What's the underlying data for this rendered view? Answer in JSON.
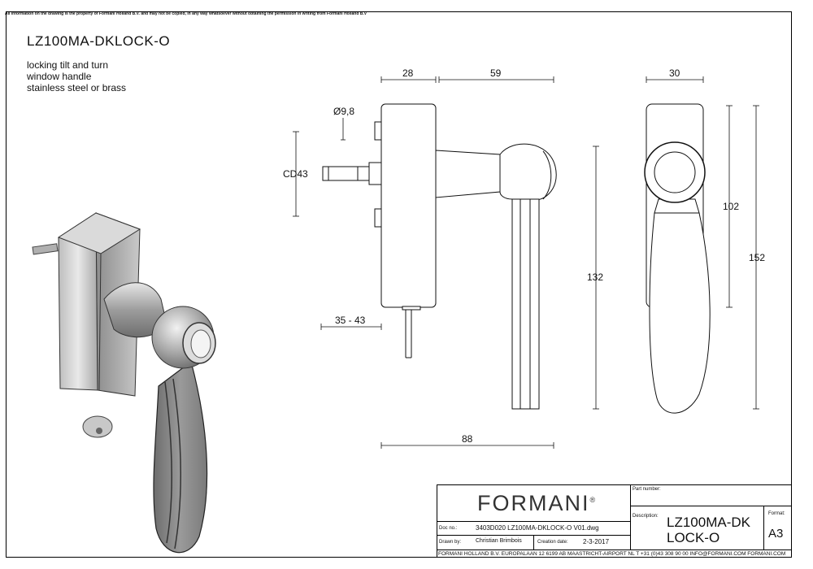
{
  "notice": "All information on the drawing is the property of Formani Holland B.V. and may not be copied, in any way whatsoever without obtaining the permission in writing from Formani Holland B.V",
  "product": {
    "code": "LZ100MA-DKLOCK-O",
    "description_lines": [
      "locking tilt and turn",
      "window handle",
      "stainless steel or brass"
    ]
  },
  "dimensions": {
    "top_left": "28",
    "top_right": "59",
    "side_width": "30",
    "spindle": "Ø9,8",
    "centre_distance": "CD43",
    "door_thickness": "35 - 43",
    "lever_length": "132",
    "overall_depth": "88",
    "rose_to_grip": "102",
    "plate_height": "152"
  },
  "title_block": {
    "brand": "FORMANI",
    "brand_mark": "®",
    "part_number_label": "Part number:",
    "description_label": "Description:",
    "description_value": "LZ100MA-DKLOCK-O",
    "format_label": "Format:",
    "format_value": "A3",
    "doc_no_label": "Doc no.:",
    "doc_no_value": "3403D020 LZ100MA-DKLOCK-O V01.dwg",
    "drawn_by_label": "Drawn by:",
    "drawn_by_value": "Christian Brimbois",
    "creation_date_label": "Creation date:",
    "creation_date_value": "2-3-2017",
    "footer": "FORMANI HOLLAND B.V.  EUROPALAAN 12  6199 AB MAASTRICHT-AIRPORT NL  T +31 (0)43 308 90 00 INFO@FORMANI.COM FORMANI.COM"
  }
}
